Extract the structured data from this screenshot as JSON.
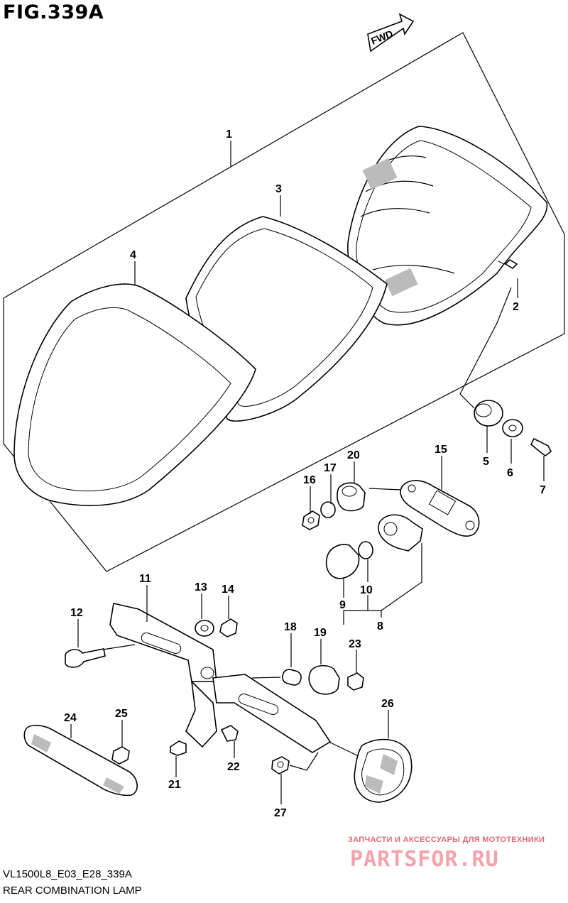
{
  "figure": {
    "title": "FIG.339A",
    "direction_label": "FWD"
  },
  "callouts": [
    "1",
    "2",
    "3",
    "4",
    "5",
    "6",
    "7",
    "8",
    "9",
    "10",
    "11",
    "12",
    "13",
    "14",
    "15",
    "16",
    "17",
    "18",
    "19",
    "20",
    "21",
    "22",
    "23",
    "24",
    "25",
    "26",
    "27"
  ],
  "watermark": {
    "subtitle": "ЗАПЧАСТИ И АКСЕССУАРЫ ДЛЯ МОТОТЕХНИКИ",
    "brand": "PARTSFOR.RU",
    "color": "#f4a3aa"
  },
  "footer": {
    "model_code": "VL1500L8_E03_E28_339A",
    "assembly_name": "REAR COMBINATION LAMP"
  }
}
